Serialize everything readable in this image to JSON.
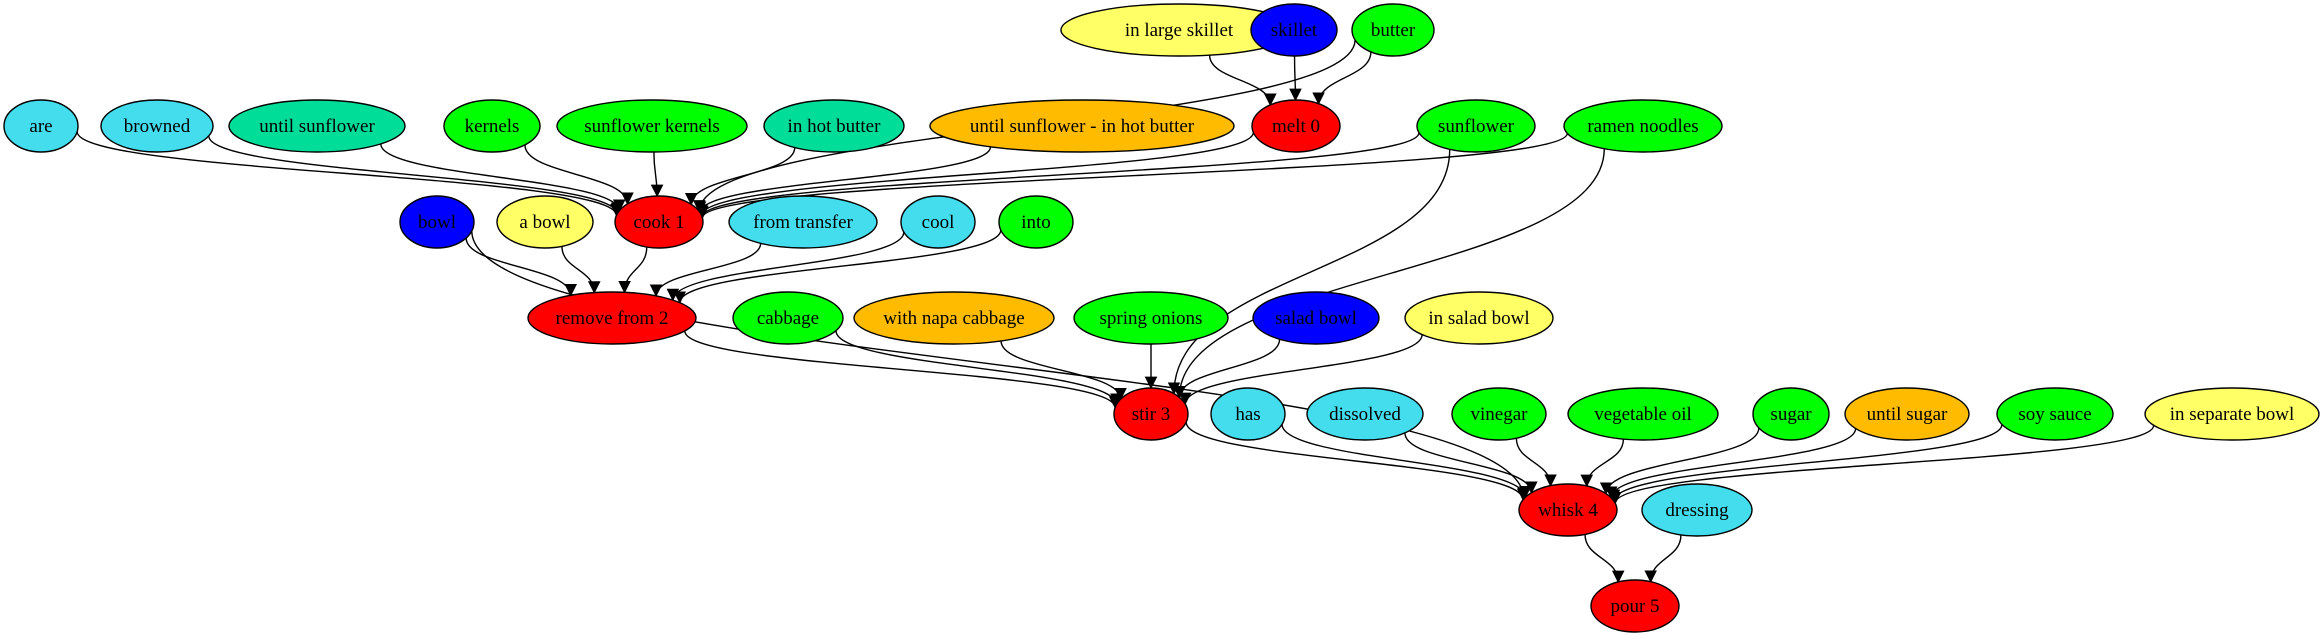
{
  "colors": {
    "action": "#ff0000",
    "ingredient": "#00ff00",
    "tool": "#0000ff",
    "location": "#ffff66",
    "state": "#44ddee",
    "condition": "#00dd99",
    "modifier": "#ffbb00"
  },
  "nodes": [
    {
      "id": "in_large_skillet",
      "label": "in large skillet",
      "kind": "location"
    },
    {
      "id": "skillet",
      "label": "skillet",
      "kind": "tool"
    },
    {
      "id": "butter",
      "label": "butter",
      "kind": "ingredient"
    },
    {
      "id": "melt0",
      "label": "melt 0",
      "kind": "action"
    },
    {
      "id": "are",
      "label": "are",
      "kind": "state"
    },
    {
      "id": "browned",
      "label": "browned",
      "kind": "state"
    },
    {
      "id": "until_sunflower",
      "label": "until sunflower",
      "kind": "condition"
    },
    {
      "id": "kernels",
      "label": "kernels",
      "kind": "ingredient"
    },
    {
      "id": "sunflower_kernels",
      "label": "sunflower kernels",
      "kind": "ingredient"
    },
    {
      "id": "in_hot_butter",
      "label": "in hot butter",
      "kind": "condition"
    },
    {
      "id": "until_sunflower_hot",
      "label": "until sunflower - in hot butter",
      "kind": "modifier"
    },
    {
      "id": "sunflower",
      "label": "sunflower",
      "kind": "ingredient"
    },
    {
      "id": "ramen_noodles",
      "label": "ramen noodles",
      "kind": "ingredient"
    },
    {
      "id": "cook1",
      "label": "cook 1",
      "kind": "action"
    },
    {
      "id": "bowl",
      "label": "bowl",
      "kind": "tool"
    },
    {
      "id": "a_bowl",
      "label": "a bowl",
      "kind": "location"
    },
    {
      "id": "from_transfer",
      "label": "from transfer",
      "kind": "state"
    },
    {
      "id": "cool",
      "label": "cool",
      "kind": "state"
    },
    {
      "id": "into",
      "label": "into",
      "kind": "ingredient"
    },
    {
      "id": "remove2",
      "label": "remove from 2",
      "kind": "action"
    },
    {
      "id": "cabbage",
      "label": "cabbage",
      "kind": "ingredient"
    },
    {
      "id": "with_napa_cabbage",
      "label": "with napa cabbage",
      "kind": "modifier"
    },
    {
      "id": "spring_onions",
      "label": "spring onions",
      "kind": "ingredient"
    },
    {
      "id": "salad_bowl",
      "label": "salad bowl",
      "kind": "tool"
    },
    {
      "id": "in_salad_bowl",
      "label": "in salad bowl",
      "kind": "location"
    },
    {
      "id": "stir3",
      "label": "stir 3",
      "kind": "action"
    },
    {
      "id": "has",
      "label": "has",
      "kind": "state"
    },
    {
      "id": "dissolved",
      "label": "dissolved",
      "kind": "state"
    },
    {
      "id": "vinegar",
      "label": "vinegar",
      "kind": "ingredient"
    },
    {
      "id": "vegetable_oil",
      "label": "vegetable oil",
      "kind": "ingredient"
    },
    {
      "id": "sugar",
      "label": "sugar",
      "kind": "ingredient"
    },
    {
      "id": "until_sugar",
      "label": "until sugar",
      "kind": "modifier"
    },
    {
      "id": "soy_sauce",
      "label": "soy sauce",
      "kind": "ingredient"
    },
    {
      "id": "in_separate_bowl",
      "label": "in separate bowl",
      "kind": "location"
    },
    {
      "id": "whisk4",
      "label": "whisk 4",
      "kind": "action"
    },
    {
      "id": "dressing",
      "label": "dressing",
      "kind": "state"
    },
    {
      "id": "pour5",
      "label": "pour 5",
      "kind": "action"
    }
  ],
  "edges": [
    [
      "in_large_skillet",
      "melt0"
    ],
    [
      "skillet",
      "melt0"
    ],
    [
      "butter",
      "melt0"
    ],
    [
      "are",
      "cook1"
    ],
    [
      "browned",
      "cook1"
    ],
    [
      "until_sunflower",
      "cook1"
    ],
    [
      "kernels",
      "cook1"
    ],
    [
      "sunflower_kernels",
      "cook1"
    ],
    [
      "in_hot_butter",
      "cook1"
    ],
    [
      "until_sunflower_hot",
      "cook1"
    ],
    [
      "melt0",
      "cook1"
    ],
    [
      "sunflower",
      "cook1"
    ],
    [
      "ramen_noodles",
      "cook1"
    ],
    [
      "butter",
      "cook1"
    ],
    [
      "bowl",
      "remove2"
    ],
    [
      "a_bowl",
      "remove2"
    ],
    [
      "cook1",
      "remove2"
    ],
    [
      "from_transfer",
      "remove2"
    ],
    [
      "cool",
      "remove2"
    ],
    [
      "into",
      "remove2"
    ],
    [
      "remove2",
      "stir3"
    ],
    [
      "cabbage",
      "stir3"
    ],
    [
      "with_napa_cabbage",
      "stir3"
    ],
    [
      "spring_onions",
      "stir3"
    ],
    [
      "salad_bowl",
      "stir3"
    ],
    [
      "in_salad_bowl",
      "stir3"
    ],
    [
      "sunflower",
      "stir3"
    ],
    [
      "ramen_noodles",
      "stir3"
    ],
    [
      "bowl",
      "whisk4"
    ],
    [
      "stir3",
      "whisk4"
    ],
    [
      "has",
      "whisk4"
    ],
    [
      "dissolved",
      "whisk4"
    ],
    [
      "vinegar",
      "whisk4"
    ],
    [
      "vegetable_oil",
      "whisk4"
    ],
    [
      "sugar",
      "whisk4"
    ],
    [
      "until_sugar",
      "whisk4"
    ],
    [
      "soy_sauce",
      "whisk4"
    ],
    [
      "in_separate_bowl",
      "whisk4"
    ],
    [
      "whisk4",
      "pour5"
    ],
    [
      "dressing",
      "pour5"
    ]
  ]
}
